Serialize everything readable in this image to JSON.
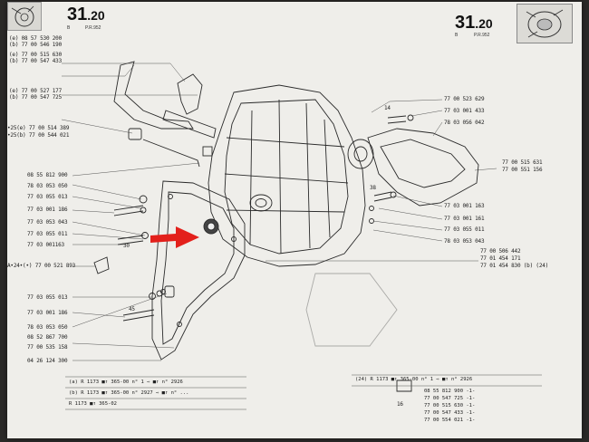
{
  "header": {
    "left_section_major": "31",
    "left_section_minor": ".20",
    "left_sub_a": "B",
    "left_sub_b": "P.R.952",
    "right_section_major": "31",
    "right_section_minor": ".20",
    "right_sub_a": "B",
    "right_sub_b": "P.R.952"
  },
  "left_labels": [
    "(e) 08 57 530 200",
    "(b) 77 00 546 190",
    "(e) 77 00 515 630",
    "(b) 77 00 547 433",
    "(e) 77 00 527 177",
    "(b) 77 00 547 725",
    "•25(e) 77 00 514 389",
    "•25(b) 77 00 544 021",
    "08 55 812 900",
    "78 03 053 050",
    "77 03 055 013",
    "77 03 001 186",
    "77 03 053 043",
    "77 03 055 011",
    "77 03 001163",
    "A•24•(•) 77 00 521 893",
    "77 03 055 013",
    "77 03 001 186",
    "78 03 053 050",
    "08 52 867 700",
    "77 00 535 158",
    "04 26 124 300"
  ],
  "right_labels": [
    "77 00 523 629",
    "77 03 001 433",
    "78 03 056 042",
    "77 00 515 631",
    "77 00 551 156",
    "77 03 001 163",
    "77 03 001 161",
    "77 03 055 011",
    "78 03 053 043",
    "77 00 506 442",
    "77 01 454 171",
    "77 01 454 830 (b) (24)"
  ],
  "callouts": {
    "num_a": "14",
    "num_b": "30",
    "num_c": "38",
    "num_d": "45",
    "num_e": "16"
  },
  "left_footnotes": [
    "(a)  R 1173  ■↑ 365-00 n°     1 ⇨ ■↑ n° 2926",
    "(b)  R 1173  ■↑ 365-00 n° 2927 ⇨ ■↑ n° ...",
    "      R 1173  ■↑ 365-02"
  ],
  "right_footnotes": [
    "(24)  R 1173  ■↑ 365-00 n°    1 ⇨ ■↑ n° 2926",
    "08 55 812 900 -1-",
    "77 00 547 725 -1-",
    "77 00 515 630 -1-",
    "77 00 547 433 -1-",
    "77 00 554 021 -1-"
  ],
  "colors": {
    "arrow": "#e3201b",
    "sheet": "#efeeea",
    "ink": "#222222"
  }
}
